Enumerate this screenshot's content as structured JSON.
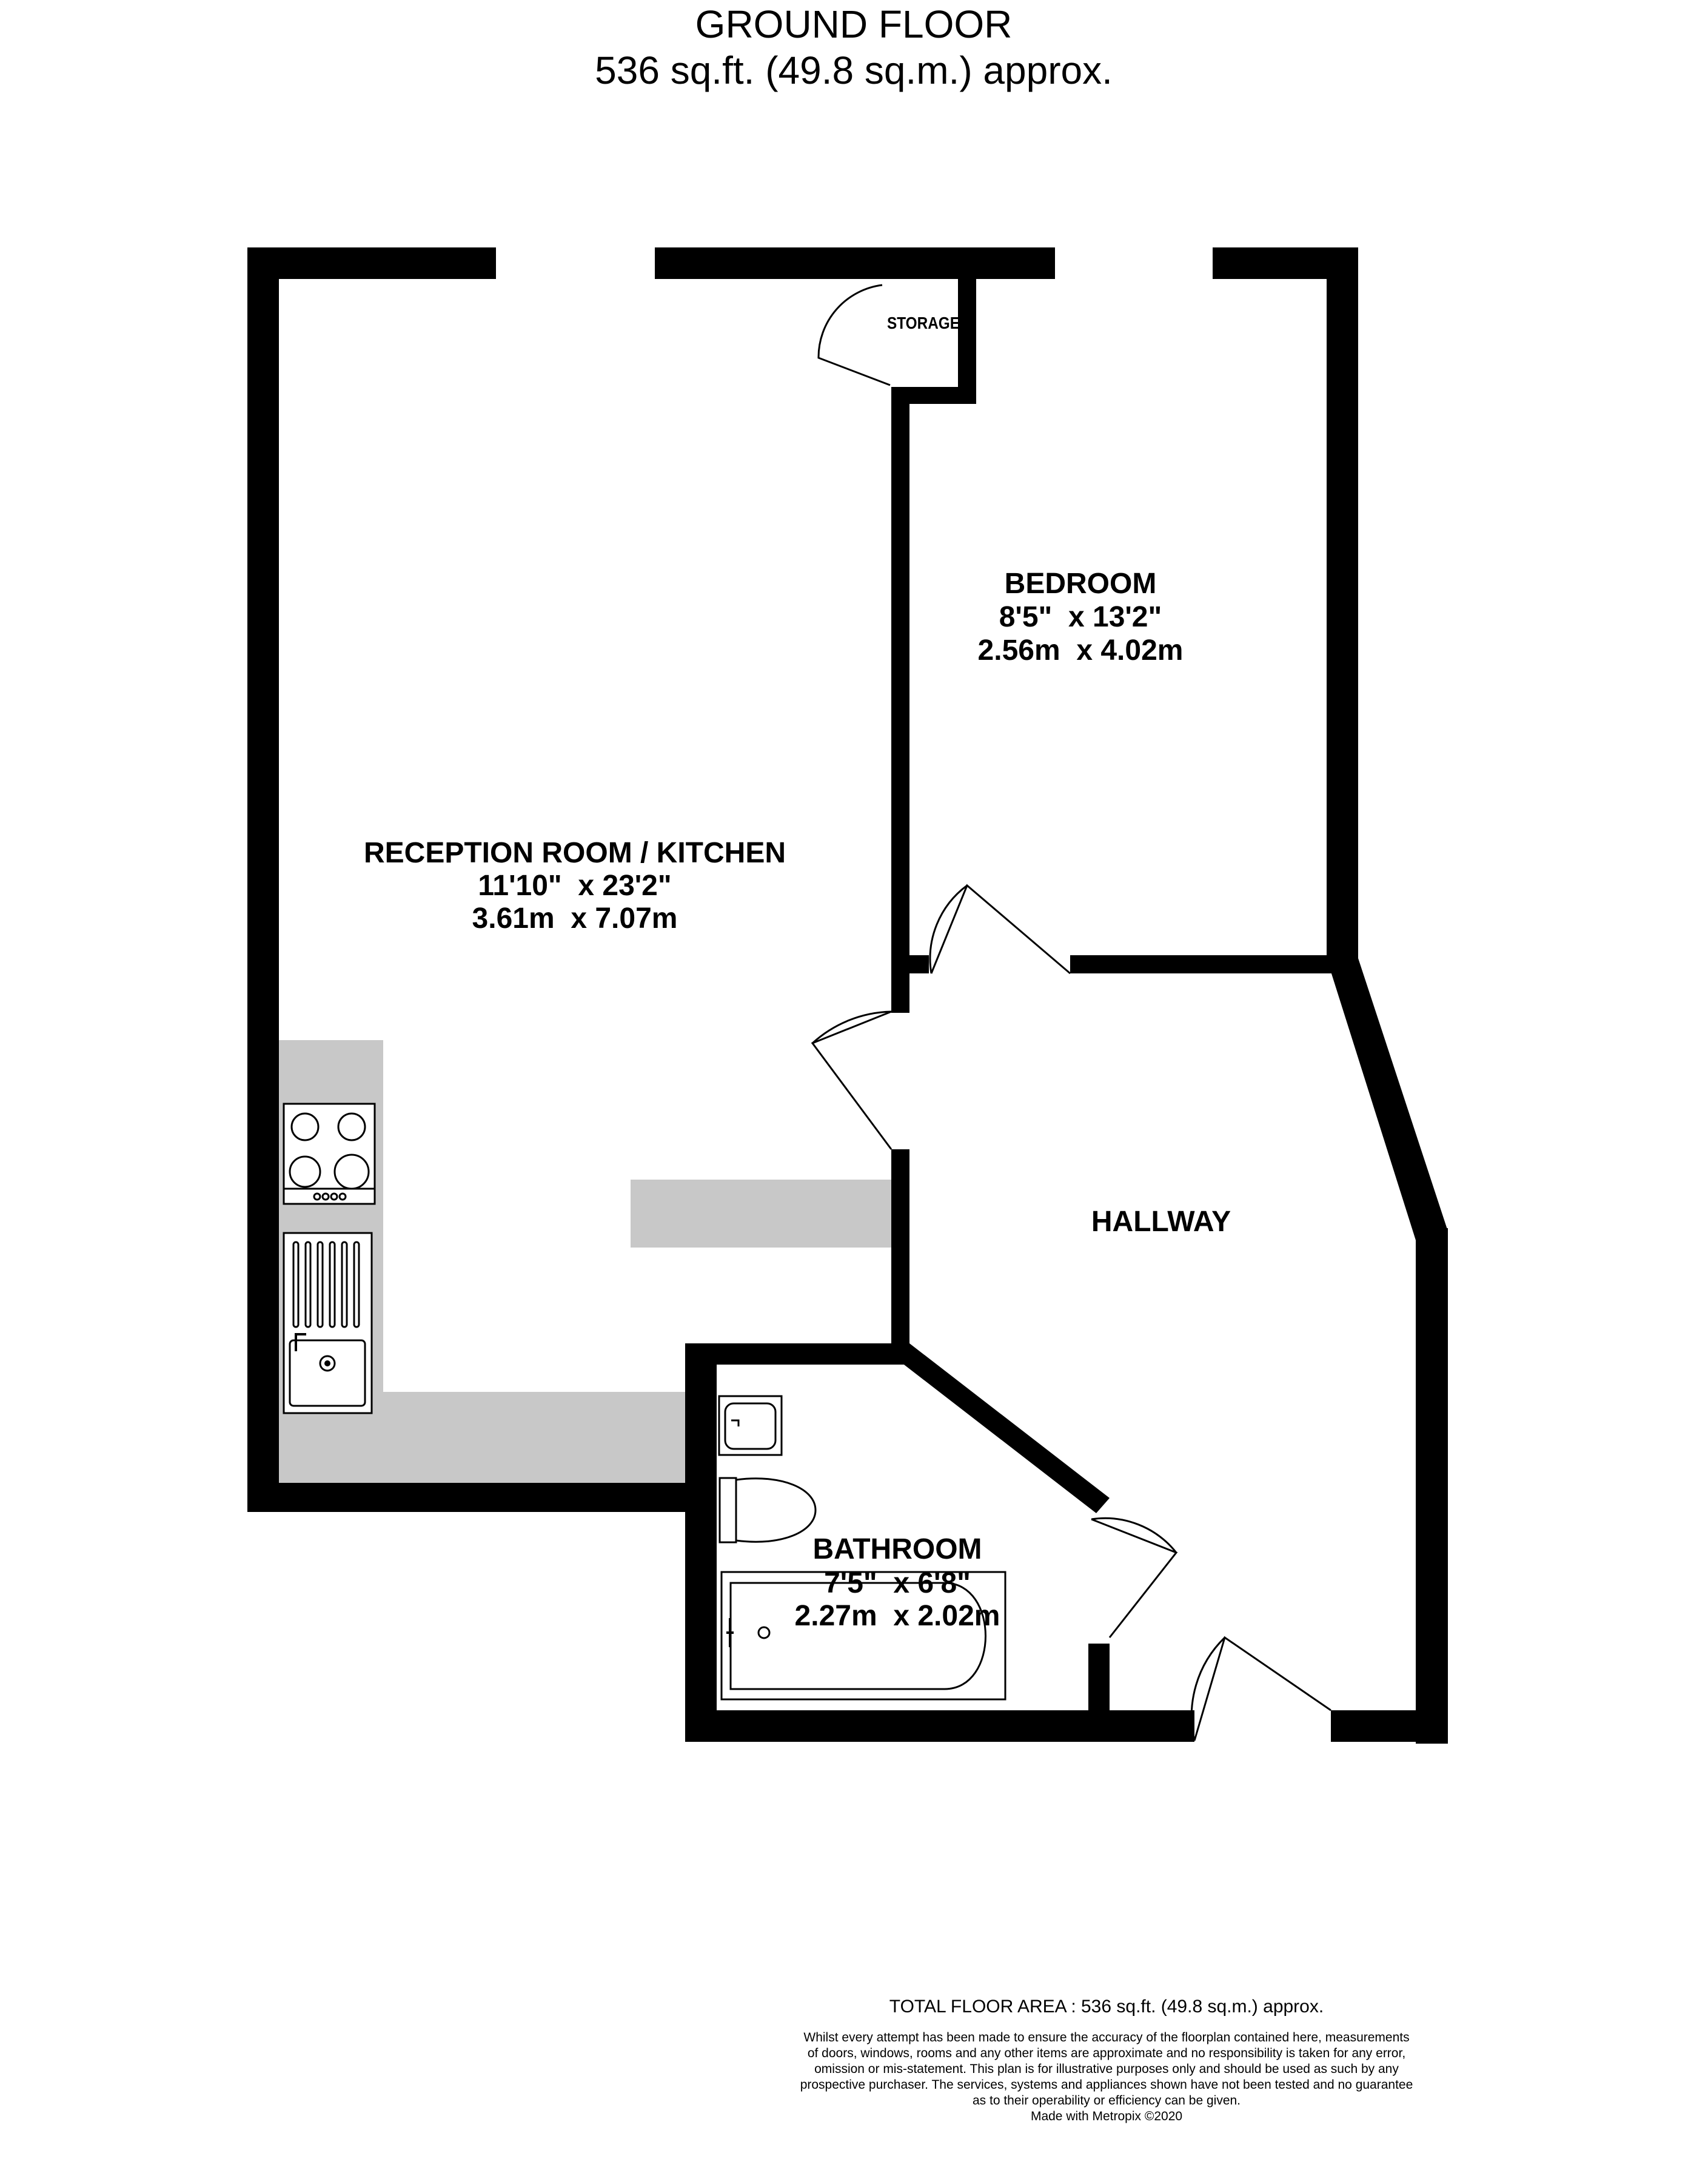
{
  "header": {
    "floor_name": "GROUND FLOOR",
    "floor_area": "536 sq.ft. (49.8 sq.m.) approx."
  },
  "rooms": {
    "reception": {
      "name": "RECEPTION ROOM / KITCHEN",
      "dim_imperial": "11'10\"  x 23'2\"",
      "dim_metric": "3.61m  x 7.07m"
    },
    "bedroom": {
      "name": "BEDROOM",
      "dim_imperial": "8'5\"  x 13'2\"",
      "dim_metric": "2.56m  x 4.02m"
    },
    "hallway": {
      "name": "HALLWAY"
    },
    "bathroom": {
      "name": "BATHROOM",
      "dim_imperial": "7'5\"  x 6'8\"",
      "dim_metric": "2.27m  x 2.02m"
    },
    "storage": {
      "name": "STORAGE"
    }
  },
  "footer": {
    "total_area": "TOTAL FLOOR AREA : 536 sq.ft. (49.8 sq.m.) approx.",
    "disclaimer_lines": [
      "Whilst every attempt has been made to ensure the accuracy of the floorplan contained here, measurements",
      "of doors, windows, rooms and any other items are approximate and no responsibility is taken for any error,",
      "omission or mis-statement. This plan is for illustrative purposes only and should be used as such by any",
      "prospective purchaser. The services, systems and appliances shown have not been tested and no guarantee",
      "as to their operability or efficiency can be given."
    ],
    "credit": "Made with Metropix ©2020"
  },
  "colors": {
    "wall": "#000000",
    "counter": "#c8c8c8",
    "background": "#ffffff"
  }
}
